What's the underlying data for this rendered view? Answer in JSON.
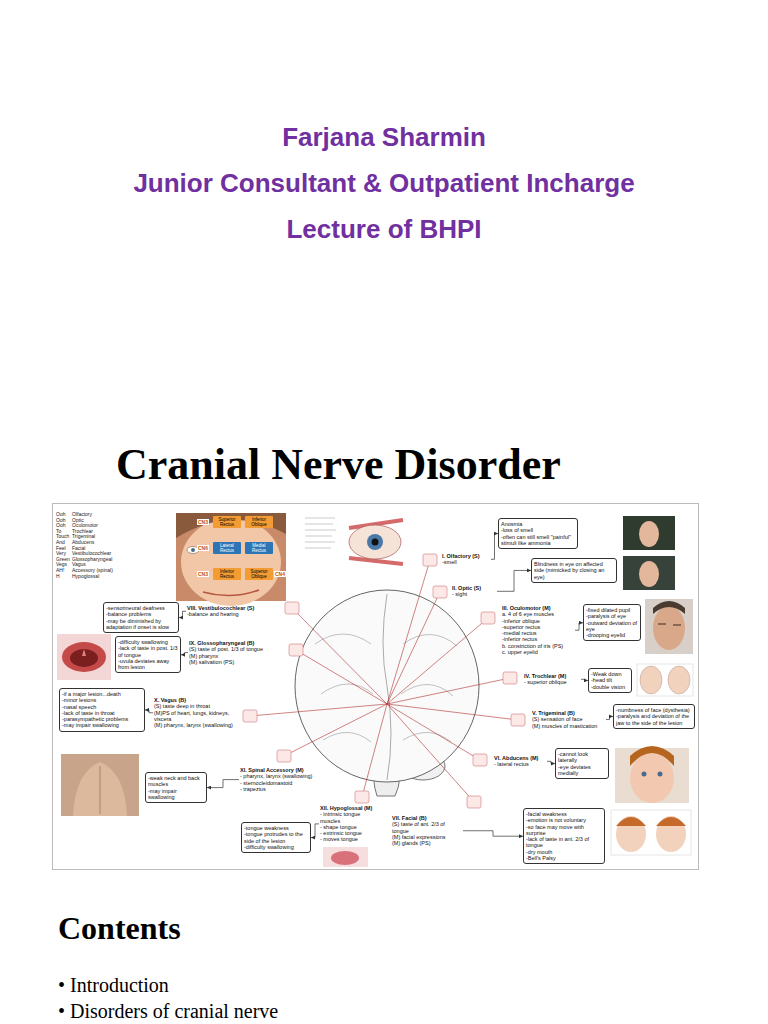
{
  "diagram": {
    "title": "Cranial Nerve Disorder",
    "nodes": [
      {
        "text": [
          "I. Olfactory (S)",
          "-smell"
        ]
      },
      {
        "text": [
          "Anosmia",
          "-loss of smell",
          "-often can still smell \"painful\" stimuli like ammonia"
        ]
      },
      {
        "text": [
          "II. Optic (S)",
          "- sight"
        ]
      },
      {
        "text": [
          "Blindness in eye on affected side (mimicked by closing an eye)"
        ]
      },
      {
        "text": [
          "III. Oculomotor (M)",
          "a. 4 of 6 eye muscles",
          "-inferior oblique",
          "-superior rectus",
          "-medial rectus",
          "-inferior rectus",
          "b. constriction of iris (PS)",
          "c. upper eyelid"
        ]
      },
      {
        "text": [
          "-fixed dilated pupil",
          "-paralysis of eye",
          "-outward deviation of eye",
          "-drooping eyelid"
        ]
      },
      {
        "text": [
          "IV. Trochlear (M)",
          "- superior oblique"
        ]
      },
      {
        "text": [
          "-Weak down",
          "-head tilt",
          "-double vision"
        ]
      },
      {
        "text": [
          "V. Trigeminal (B)",
          "(S) sensation of face",
          "(M) muscles of mastication"
        ]
      },
      {
        "text": [
          "-numbness of face (dysthesia)",
          "-paralysis and deviation of the jaw to the side of the lesion"
        ]
      },
      {
        "text": [
          "VI. Abducens (M)",
          "- lateral rectus"
        ]
      },
      {
        "text": [
          "-cannot look laterally",
          "-eye deviates medially"
        ]
      },
      {
        "text": [
          "VII. Facial (B)",
          "(S) taste of ant. 2/3 of tongue",
          "(M) facial expressions",
          "(M) glands (PS)"
        ]
      },
      {
        "text": [
          "-facial weakness",
          "-emotion is not voluntary",
          "-so face may move with surprise",
          "-lack of taste in ant. 2/3 of tongue",
          "-dry mouth",
          "-Bell's Palsy"
        ]
      },
      {
        "text": [
          "VIII. Vestibulocochlear (S)",
          "-balance and hearing"
        ]
      },
      {
        "text": [
          "-sensorineural deafness",
          "-balance problems",
          "-may be diminished by adaptation if onset is slow"
        ]
      },
      {
        "text": [
          "IX. Glossopharyngeal (B)",
          "(S) taste of post. 1/3 of tongue",
          "(M) pharynx",
          "(M) salivation (PS)"
        ]
      },
      {
        "text": [
          "-difficulty swallowing",
          "-lack of taste in post. 1/3 of tongue",
          "-uvula deviates away from lesion"
        ]
      },
      {
        "text": [
          "X. Vagus (B)",
          "(S) taste deep in throat",
          "(M)PS of heart, lungs, kidneys, viscera",
          "(M) pharynx, larynx (swallowing)"
        ]
      },
      {
        "text": [
          "-if a major lesion...death",
          "-minor lesions",
          "-nasal speech",
          "-lack of taste in throat",
          "-parasympathetic problems",
          "-may impair swallowing"
        ]
      },
      {
        "text": [
          "XI. Spinal Accessory (M)",
          "- pharynx, larynx (swallowing)",
          "- sternocleidomastoid",
          "- trapezius"
        ]
      },
      {
        "text": [
          "-weak neck and back muscles",
          "-may impair swallowing"
        ]
      },
      {
        "text": [
          "XII. Hypoglossal (M)",
          "- intrinsic tongue muscles",
          "- shape tongue",
          "- extrinsic tongue",
          "- moves tongue"
        ]
      },
      {
        "text": [
          "-tongue weakness",
          "-tongue protrudes to the side of the lesion",
          "-difficulty swallowing"
        ]
      },
      {
        "text": [
          "Superior Rectus"
        ]
      },
      {
        "text": [
          "Inferior Oblique"
        ]
      },
      {
        "text": [
          "Lateral Rectus"
        ]
      },
      {
        "text": [
          "Medial Rectus"
        ]
      },
      {
        "text": [
          "Inferior Rectus"
        ]
      },
      {
        "text": [
          "Superior Oblique"
        ]
      }
    ],
    "edges": [
      {
        "from": 0,
        "to": 1,
        "arrow": "to"
      },
      {
        "from": 2,
        "to": 3,
        "arrow": "to"
      },
      {
        "from": 4,
        "to": 5,
        "arrow": "to"
      },
      {
        "from": 6,
        "to": 7,
        "arrow": "to"
      },
      {
        "from": 8,
        "to": 9,
        "arrow": "to"
      },
      {
        "from": 10,
        "to": 11,
        "arrow": "to"
      },
      {
        "from": 12,
        "to": 13,
        "arrow": "to"
      },
      {
        "from": 14,
        "to": 15,
        "arrow": "to"
      },
      {
        "from": 16,
        "to": 17,
        "arrow": "to"
      },
      {
        "from": 18,
        "to": 19,
        "arrow": "to"
      },
      {
        "from": 20,
        "to": 21,
        "arrow": "to"
      },
      {
        "from": 22,
        "to": 23,
        "arrow": "to"
      }
    ],
    "labels": [
      "Farjana Sharmin",
      "Junior Consultant & Outpatient Incharge",
      "Lecture of BHPI",
      "Contents",
      "• Introduction",
      "• Disorders of cranial nerve",
      "Ooh",
      "Olfactory",
      "Ooh",
      "Optic",
      "Ooh",
      "Oculomotor",
      "To",
      "Trochlear",
      "Touch",
      "Trigeminal",
      "And",
      "Abducens",
      "Feel",
      "Facial",
      "Very",
      "Vestibulocochlear",
      "Green",
      "Glossopharyngeal",
      "Vegs",
      "Vagus",
      "AH!",
      "Accessory (spinal)",
      "H",
      "Hypoglossal",
      "CN3",
      "CN3",
      "CN4",
      "CN6"
    ]
  }
}
